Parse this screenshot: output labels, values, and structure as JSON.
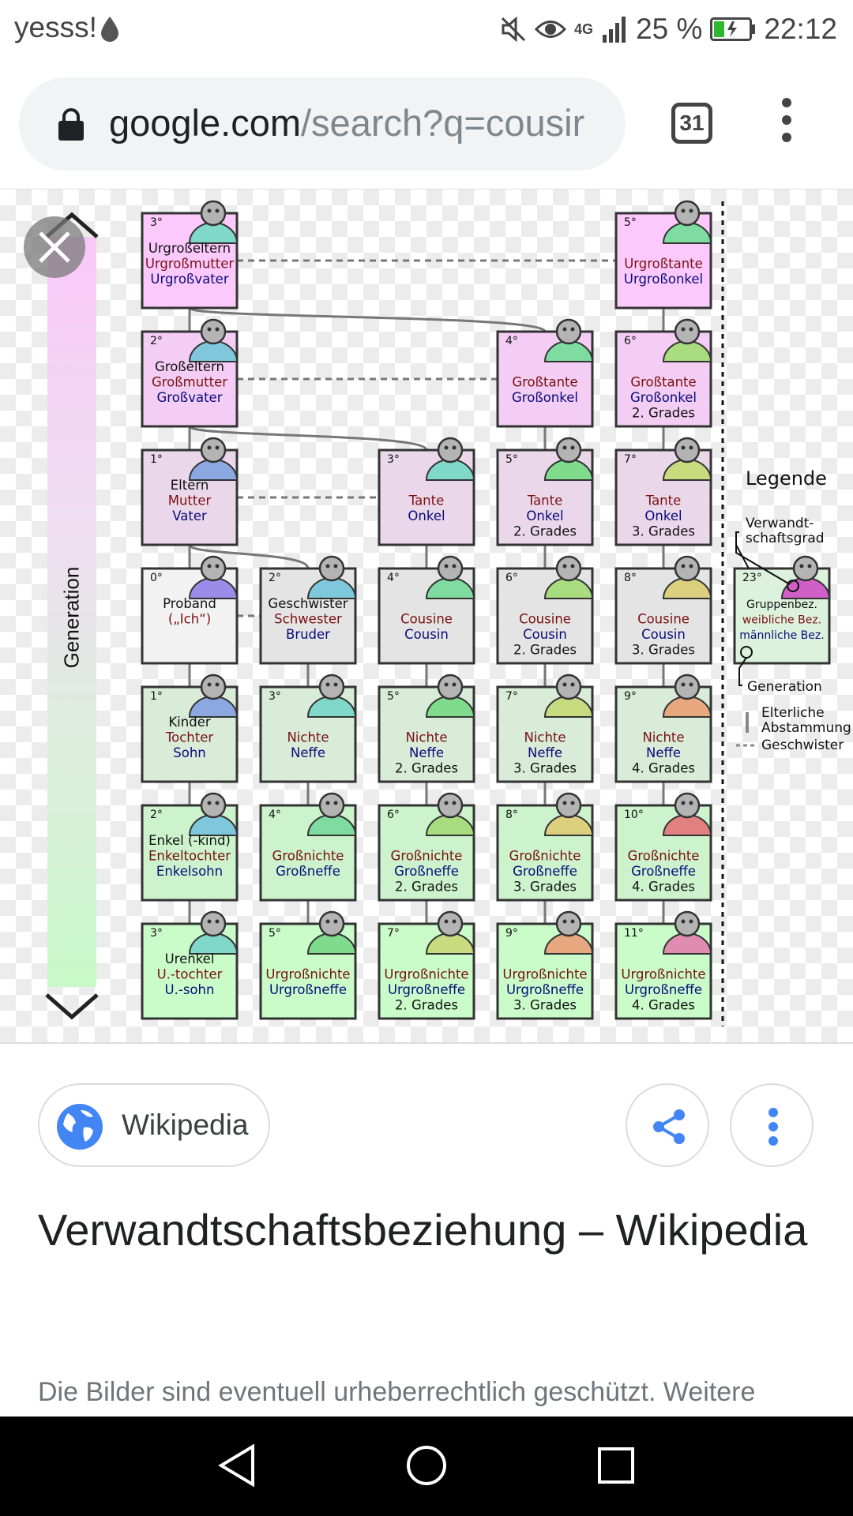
{
  "status_bar": {
    "carrier": "yesss!",
    "network": "4G",
    "battery": "25 %",
    "time": "22:12"
  },
  "browser": {
    "url_host": "google.com",
    "url_path": "/search?q=cousir",
    "tab_count": "31"
  },
  "diagram": {
    "generation_label": "Generation",
    "legend": {
      "title": "Legende",
      "degree_label": "Verwandt-\nschaftsgrad",
      "generation_label": "Generation",
      "parental_label": "Elterliche\nAbstammung",
      "sibling_label": "Geschwister",
      "sample_box": {
        "degree": "23°",
        "lines": [
          "Gruppenbez.",
          "weibliche Bez.",
          "männliche Bez."
        ]
      }
    },
    "boxes": [
      {
        "row": 0,
        "col": 0,
        "degree": "3°",
        "lines": [
          "Urgroßeltern",
          "Urgroßmutter",
          "Urgroßvater"
        ],
        "head": "#7fd8c8"
      },
      {
        "row": 0,
        "col": 4,
        "degree": "5°",
        "lines": [
          "",
          "Urgroßtante",
          "Urgroßonkel"
        ],
        "head": "#7fdca0"
      },
      {
        "row": 1,
        "col": 0,
        "degree": "2°",
        "lines": [
          "Großeltern",
          "Großmutter",
          "Großvater"
        ],
        "head": "#7fc8dc"
      },
      {
        "row": 1,
        "col": 3,
        "degree": "4°",
        "lines": [
          "",
          "Großtante",
          "Großonkel"
        ],
        "head": "#7fdca0"
      },
      {
        "row": 1,
        "col": 4,
        "degree": "6°",
        "lines": [
          "",
          "Großtante",
          "Großonkel",
          "2. Grades"
        ],
        "head": "#a8dc7f"
      },
      {
        "row": 2,
        "col": 0,
        "degree": "1°",
        "lines": [
          "Eltern",
          "Mutter",
          "Vater"
        ],
        "head": "#8ca8e0"
      },
      {
        "row": 2,
        "col": 2,
        "degree": "3°",
        "lines": [
          "",
          "Tante",
          "Onkel"
        ],
        "head": "#7fd8c8"
      },
      {
        "row": 2,
        "col": 3,
        "degree": "5°",
        "lines": [
          "",
          "Tante",
          "Onkel",
          "2. Grades"
        ],
        "head": "#7fdc8c"
      },
      {
        "row": 2,
        "col": 4,
        "degree": "7°",
        "lines": [
          "",
          "Tante",
          "Onkel",
          "3. Grades"
        ],
        "head": "#c8dc7f"
      },
      {
        "row": 3,
        "col": 0,
        "degree": "0°",
        "lines": [
          "Proband",
          "(„Ich“)"
        ],
        "head": "#9a8ce8"
      },
      {
        "row": 3,
        "col": 1,
        "degree": "2°",
        "lines": [
          "Geschwister",
          "Schwester",
          "Bruder"
        ],
        "head": "#7fc8dc"
      },
      {
        "row": 3,
        "col": 2,
        "degree": "4°",
        "lines": [
          "",
          "Cousine",
          "Cousin"
        ],
        "head": "#7fdca0"
      },
      {
        "row": 3,
        "col": 3,
        "degree": "6°",
        "lines": [
          "",
          "Cousine",
          "Cousin",
          "2. Grades"
        ],
        "head": "#a8dc7f"
      },
      {
        "row": 3,
        "col": 4,
        "degree": "8°",
        "lines": [
          "",
          "Cousine",
          "Cousin",
          "3. Grades"
        ],
        "head": "#dcd07f"
      },
      {
        "row": 4,
        "col": 0,
        "degree": "1°",
        "lines": [
          "Kinder",
          "Tochter",
          "Sohn"
        ],
        "head": "#8ca8e0"
      },
      {
        "row": 4,
        "col": 1,
        "degree": "3°",
        "lines": [
          "",
          "Nichte",
          "Neffe"
        ],
        "head": "#7fd8c8"
      },
      {
        "row": 4,
        "col": 2,
        "degree": "5°",
        "lines": [
          "",
          "Nichte",
          "Neffe",
          "2. Grades"
        ],
        "head": "#7fdc8c"
      },
      {
        "row": 4,
        "col": 3,
        "degree": "7°",
        "lines": [
          "",
          "Nichte",
          "Neffe",
          "3. Grades"
        ],
        "head": "#c8dc7f"
      },
      {
        "row": 4,
        "col": 4,
        "degree": "9°",
        "lines": [
          "",
          "Nichte",
          "Neffe",
          "4. Grades"
        ],
        "head": "#e8a87f"
      },
      {
        "row": 5,
        "col": 0,
        "degree": "2°",
        "lines": [
          "Enkel (-kind)",
          "Enkeltochter",
          "Enkelsohn"
        ],
        "head": "#7fc8dc"
      },
      {
        "row": 5,
        "col": 1,
        "degree": "4°",
        "lines": [
          "",
          "Großnichte",
          "Großneffe"
        ],
        "head": "#7fdca0"
      },
      {
        "row": 5,
        "col": 2,
        "degree": "6°",
        "lines": [
          "",
          "Großnichte",
          "Großneffe",
          "2. Grades"
        ],
        "head": "#a8dc7f"
      },
      {
        "row": 5,
        "col": 3,
        "degree": "8°",
        "lines": [
          "",
          "Großnichte",
          "Großneffe",
          "3. Grades"
        ],
        "head": "#dcd07f"
      },
      {
        "row": 5,
        "col": 4,
        "degree": "10°",
        "lines": [
          "",
          "Großnichte",
          "Großneffe",
          "4. Grades"
        ],
        "head": "#e08080"
      },
      {
        "row": 6,
        "col": 0,
        "degree": "3°",
        "lines": [
          "Urenkel",
          "U.-tochter",
          "U.-sohn"
        ],
        "head": "#7fd8c8"
      },
      {
        "row": 6,
        "col": 1,
        "degree": "5°",
        "lines": [
          "",
          "Urgroßnichte",
          "Urgroßneffe"
        ],
        "head": "#7fdc8c"
      },
      {
        "row": 6,
        "col": 2,
        "degree": "7°",
        "lines": [
          "",
          "Urgroßnichte",
          "Urgroßneffe",
          "2. Grades"
        ],
        "head": "#c8dc7f"
      },
      {
        "row": 6,
        "col": 3,
        "degree": "9°",
        "lines": [
          "",
          "Urgroßnichte",
          "Urgroßneffe",
          "3. Grades"
        ],
        "head": "#e8a87f"
      },
      {
        "row": 6,
        "col": 4,
        "degree": "11°",
        "lines": [
          "",
          "Urgroßnichte",
          "Urgroßneffe",
          "4. Grades"
        ],
        "head": "#e08cb0"
      }
    ],
    "row_fill": [
      "#fcc9fc",
      "#f3cdf3",
      "#ead8ea",
      "#e4e4e4",
      "#d8ecd8",
      "#cdf3cd",
      "#c9fcc9"
    ],
    "proband_fill": "#f2f2f2",
    "female_color": "#7a1010",
    "male_color": "#0a0a7a"
  },
  "result": {
    "source_name": "Wikipedia",
    "title": "Verwandtschaftsbeziehung – Wikipedia",
    "copyright_notice": "Die Bilder sind eventuell urheberrechtlich geschützt. Weitere"
  }
}
